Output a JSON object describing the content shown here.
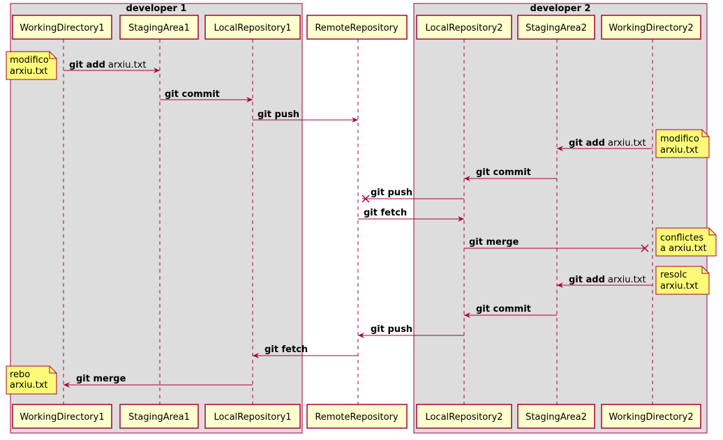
{
  "groups": {
    "dev1": "developer 1",
    "dev2": "developer 2"
  },
  "participants": {
    "wd1": "WorkingDirectory1",
    "sa1": "StagingArea1",
    "lr1": "LocalRepository1",
    "rr": "RemoteRepository",
    "lr2": "LocalRepository2",
    "sa2": "StagingArea2",
    "wd2": "WorkingDirectory2"
  },
  "messages": [
    {
      "cmd": "git add",
      "arg": "arxiu.txt"
    },
    {
      "cmd": "git commit",
      "arg": ""
    },
    {
      "cmd": "git push",
      "arg": ""
    },
    {
      "cmd": "git add",
      "arg": "arxiu.txt"
    },
    {
      "cmd": "git commit",
      "arg": ""
    },
    {
      "cmd": "git push",
      "arg": ""
    },
    {
      "cmd": "git fetch",
      "arg": ""
    },
    {
      "cmd": "git merge",
      "arg": ""
    },
    {
      "cmd": "git add",
      "arg": "arxiu.txt"
    },
    {
      "cmd": "git commit",
      "arg": ""
    },
    {
      "cmd": "git push",
      "arg": ""
    },
    {
      "cmd": "git fetch",
      "arg": ""
    },
    {
      "cmd": "git merge",
      "arg": ""
    }
  ],
  "notes": [
    {
      "line1": "modifico",
      "line2": "arxiu.txt"
    },
    {
      "line1": "modifico",
      "line2": "arxiu.txt"
    },
    {
      "line1": "conflictes",
      "line2": "a arxiu.txt"
    },
    {
      "line1": "resolc",
      "line2": "arxiu.txt"
    },
    {
      "line1": "rebo",
      "line2": "arxiu.txt"
    }
  ],
  "colors": {
    "group_fill": "#dddddd",
    "group_border": "#a80036",
    "participant_fill": "#fefece",
    "participant_border": "#a80036",
    "arrow": "#a80036",
    "lifeline": "#a80036",
    "note_fill": "#fbfb77",
    "note_border": "#a80036"
  }
}
